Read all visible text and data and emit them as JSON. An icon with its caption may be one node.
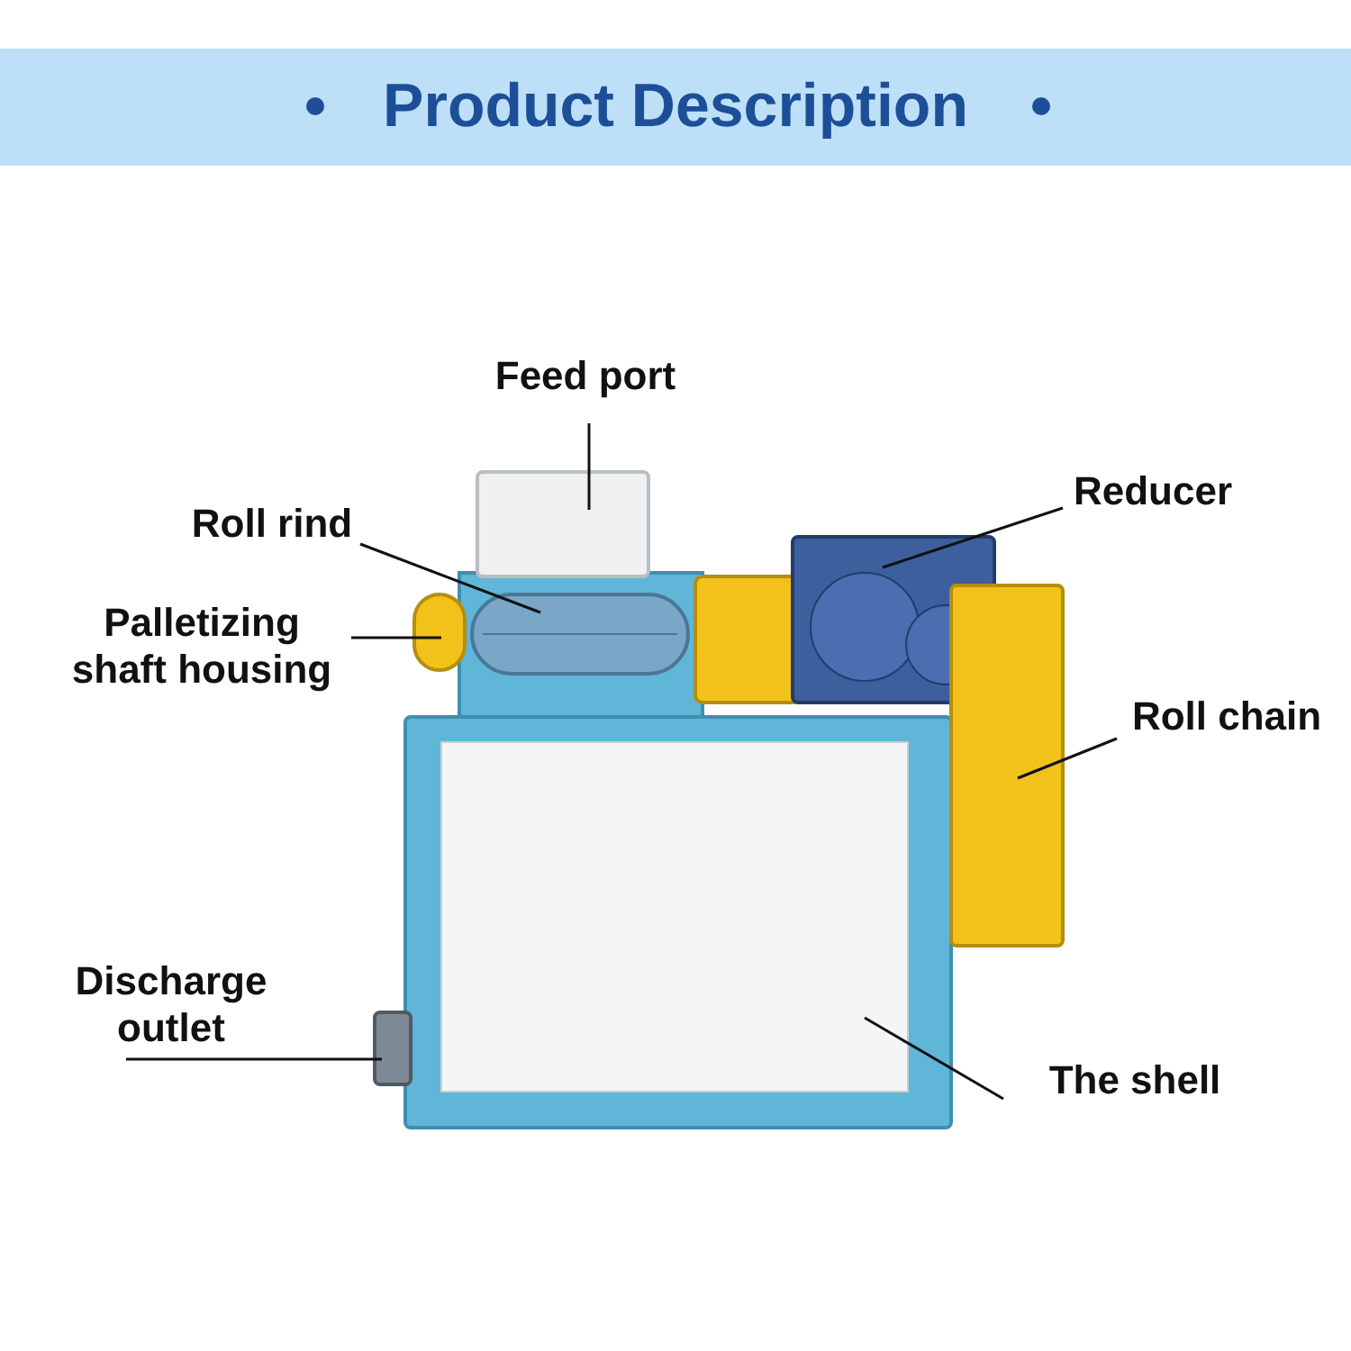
{
  "diagram": {
    "title": "Product Description",
    "nodes": [
      {
        "text": [
          "Feed port"
        ]
      },
      {
        "text": [
          "Roll rind"
        ]
      },
      {
        "text": [
          "Palletizing shaft housing"
        ]
      },
      {
        "text": [
          "Reducer"
        ]
      },
      {
        "text": [
          "Roll chain"
        ]
      },
      {
        "text": [
          "Discharge outlet"
        ]
      },
      {
        "text": [
          "The shell"
        ]
      },
      {
        "text": [],
        "shape": "box"
      },
      {
        "text": [],
        "shape": "cylinder"
      },
      {
        "text": [],
        "shape": "box"
      },
      {
        "text": [],
        "shape": "cylinder"
      },
      {
        "text": [],
        "shape": "box"
      },
      {
        "text": [],
        "shape": "box"
      },
      {
        "text": [],
        "shape": "box"
      }
    ],
    "edges": [
      {
        "from": 0,
        "to": 11,
        "arrow": "none"
      },
      {
        "from": 1,
        "to": 10,
        "arrow": "none"
      },
      {
        "from": 2,
        "to": 8,
        "arrow": "none"
      },
      {
        "from": 3,
        "to": 12,
        "arrow": "none"
      },
      {
        "from": 4,
        "to": 13,
        "arrow": "none"
      },
      {
        "from": 5,
        "to": 7,
        "arrow": "none"
      },
      {
        "from": 6,
        "to": 9,
        "arrow": "none"
      }
    ]
  }
}
